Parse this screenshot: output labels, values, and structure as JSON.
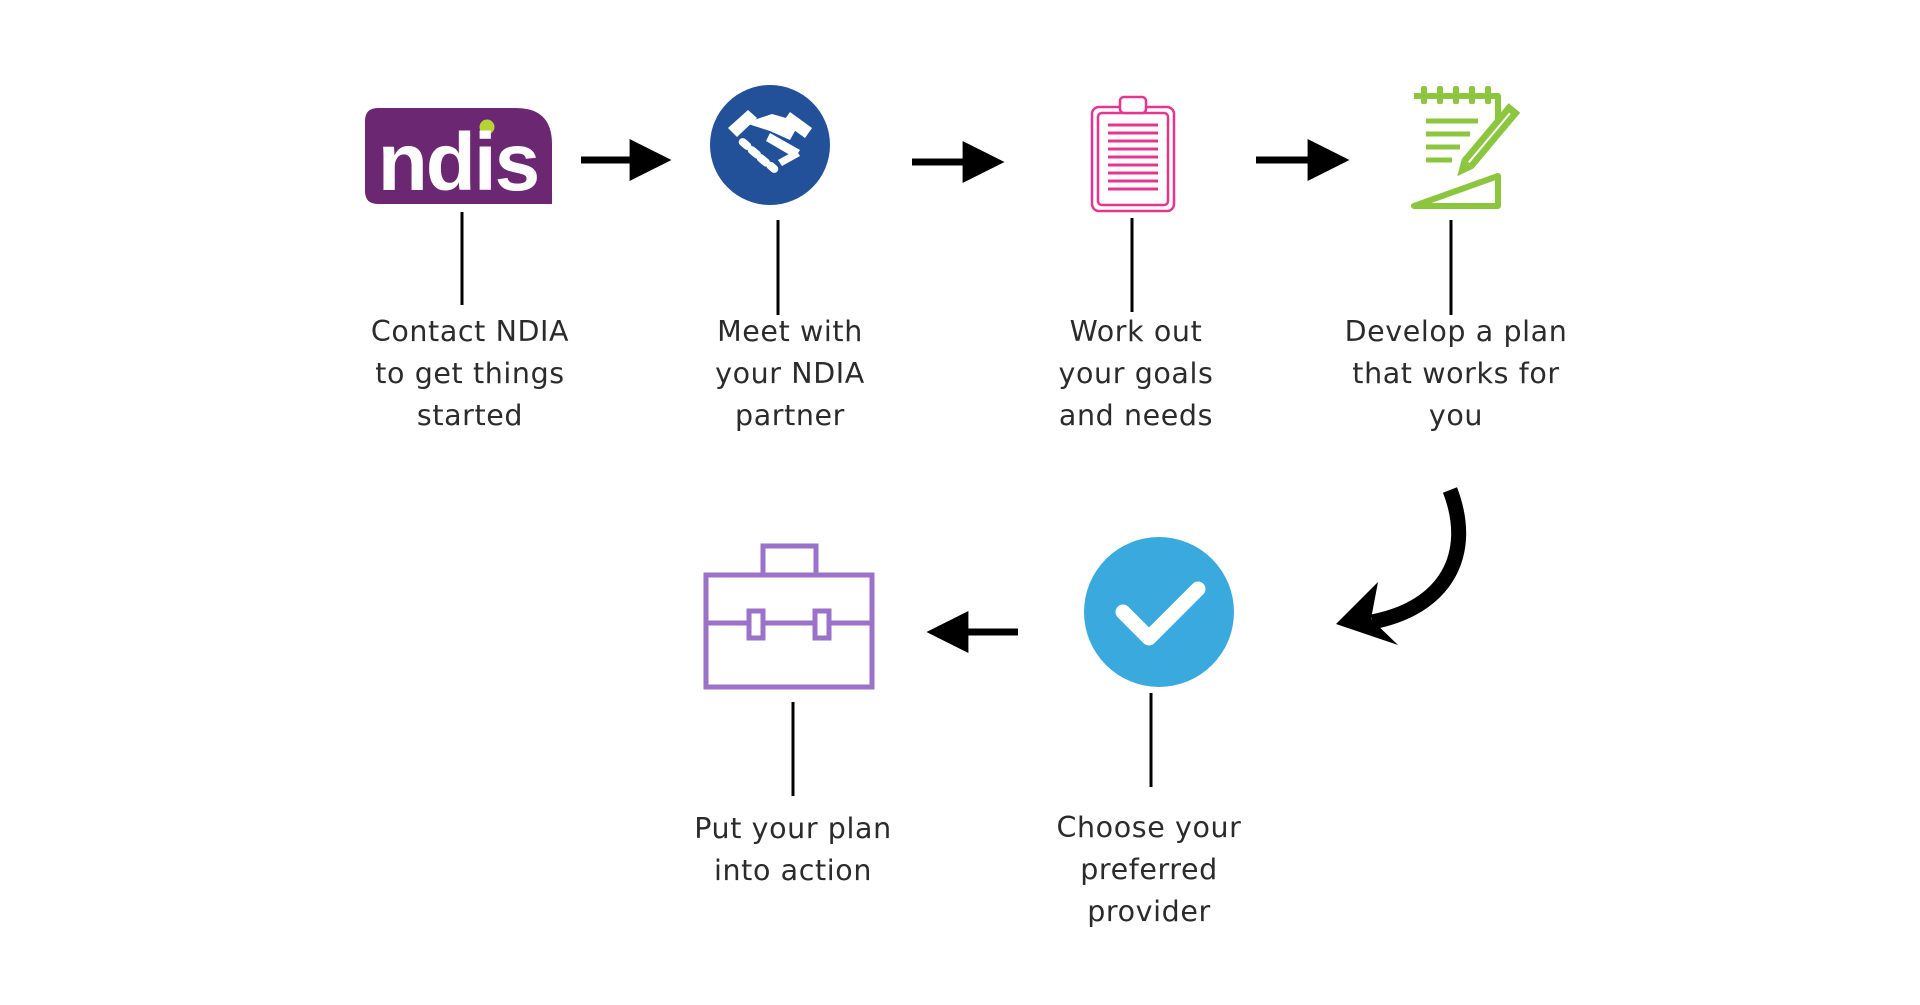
{
  "logo": {
    "text": "ndis"
  },
  "steps": [
    {
      "id": "contact",
      "icon": "ndis-logo-icon",
      "lines": [
        "Contact NDIA",
        "to get things",
        "started"
      ]
    },
    {
      "id": "meet",
      "icon": "handshake-icon",
      "lines": [
        "Meet with",
        "your NDIA",
        "partner"
      ]
    },
    {
      "id": "goals",
      "icon": "clipboard-icon",
      "lines": [
        "Work out",
        "your goals",
        "and needs"
      ]
    },
    {
      "id": "plan",
      "icon": "notepad-pencil-icon",
      "lines": [
        "Develop a plan",
        "that works for",
        "you"
      ]
    },
    {
      "id": "provider",
      "icon": "checkmark-icon",
      "lines": [
        "Choose your",
        "preferred",
        "provider"
      ]
    },
    {
      "id": "action",
      "icon": "toolbox-icon",
      "lines": [
        "Put your plan",
        "into action"
      ]
    }
  ],
  "colors": {
    "ndis_purple": "#6b2771",
    "ndis_green": "#b4d335",
    "handshake_blue": "#22519a",
    "clipboard_pink": "#e4368e",
    "notepad_green": "#8cc63f",
    "check_blue": "#3aa9de",
    "toolbox_purple": "#9b72c9",
    "arrow": "#000000",
    "text": "#2b2b2b"
  }
}
